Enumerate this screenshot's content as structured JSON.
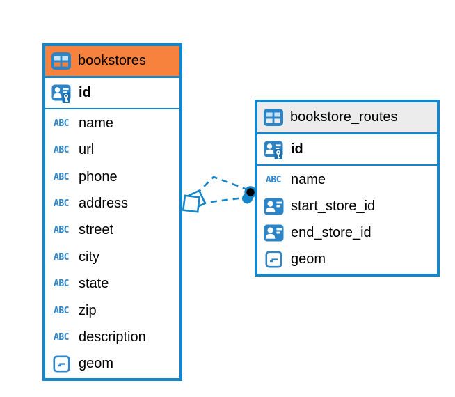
{
  "colors": {
    "accent_blue": "#1486C9",
    "header_orange": "#F6823E",
    "header_gray": "#ECECEC",
    "icon_blue": "#2C84C6",
    "icon_dark_blue": "#1B6FAE",
    "relation_dot_black": "#000000",
    "canvas_background": "#FFFFFF"
  },
  "tables": [
    {
      "name": "bookstores",
      "header_bg": "#F6823E",
      "header_icon": "table-icon",
      "pk": {
        "name": "id",
        "icon": "primary-key-icon"
      },
      "columns": [
        {
          "name": "name",
          "icon": "text-type-icon"
        },
        {
          "name": "url",
          "icon": "text-type-icon"
        },
        {
          "name": "phone",
          "icon": "text-type-icon"
        },
        {
          "name": "address",
          "icon": "text-type-icon"
        },
        {
          "name": "street",
          "icon": "text-type-icon"
        },
        {
          "name": "city",
          "icon": "text-type-icon"
        },
        {
          "name": "state",
          "icon": "text-type-icon"
        },
        {
          "name": "zip",
          "icon": "text-type-icon"
        },
        {
          "name": "description",
          "icon": "text-type-icon"
        },
        {
          "name": "geom",
          "icon": "geometry-type-icon"
        }
      ]
    },
    {
      "name": "bookstore_routes",
      "header_bg": "#ECECEC",
      "header_icon": "table-icon",
      "pk": {
        "name": "id",
        "icon": "primary-key-icon"
      },
      "columns": [
        {
          "name": "name",
          "icon": "text-type-icon"
        },
        {
          "name": "start_store_id",
          "icon": "foreign-key-icon"
        },
        {
          "name": "end_store_id",
          "icon": "foreign-key-icon"
        },
        {
          "name": "geom",
          "icon": "geometry-type-icon"
        }
      ]
    }
  ],
  "relations": [
    {
      "from": "bookstores",
      "to": "bookstore_routes",
      "style": "dashed"
    },
    {
      "from": "bookstores",
      "to": "bookstore_routes",
      "style": "dashed"
    }
  ]
}
